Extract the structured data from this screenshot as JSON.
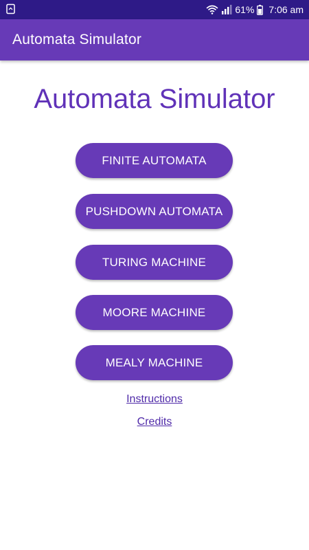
{
  "status_bar": {
    "battery": "61%",
    "time": "7:06 am"
  },
  "app_bar": {
    "title": "Automata Simulator"
  },
  "main": {
    "title": "Automata Simulator",
    "buttons": [
      {
        "label": "FINITE AUTOMATA"
      },
      {
        "label": "PUSHDOWN AUTOMATA"
      },
      {
        "label": "TURING MACHINE"
      },
      {
        "label": "MOORE MACHINE"
      },
      {
        "label": "MEALY MACHINE"
      }
    ],
    "links": {
      "instructions": "Instructions",
      "credits": "Credits"
    }
  },
  "colors": {
    "status_bar": "#2e1a87",
    "app_bar": "#673ab7",
    "accent": "#673ab7",
    "title_text": "#6032b8"
  },
  "icons": {
    "status_left": "screenshot-icon",
    "wifi": "wifi-icon",
    "signal": "signal-icon",
    "battery": "battery-icon"
  }
}
